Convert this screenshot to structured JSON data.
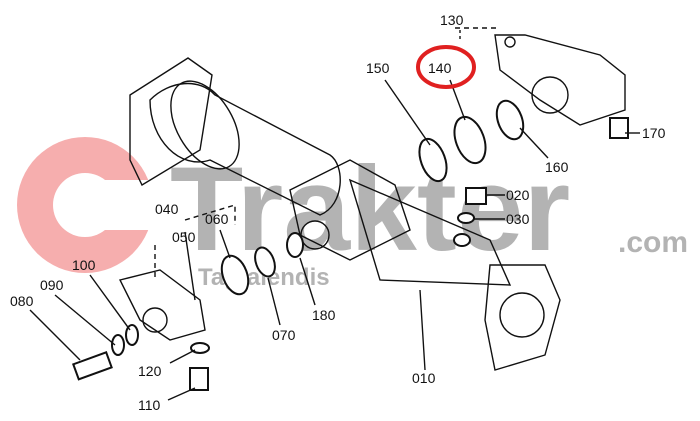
{
  "watermark": {
    "brand": "Trakter",
    "suffix": ".com",
    "subtitle": "Tagtalendis",
    "logo_color": "#f4a0a0",
    "text_color": "#9a9a9a"
  },
  "highlight": {
    "part": "140",
    "color": "#e02020"
  },
  "parts": {
    "p010": "010",
    "p020": "020",
    "p030": "030",
    "p040": "040",
    "p050": "050",
    "p060": "060",
    "p070": "070",
    "p080": "080",
    "p090": "090",
    "p100": "100",
    "p110": "110",
    "p120": "120",
    "p130": "130",
    "p140": "140",
    "p150": "150",
    "p160": "160",
    "p170": "170",
    "p180": "180"
  }
}
